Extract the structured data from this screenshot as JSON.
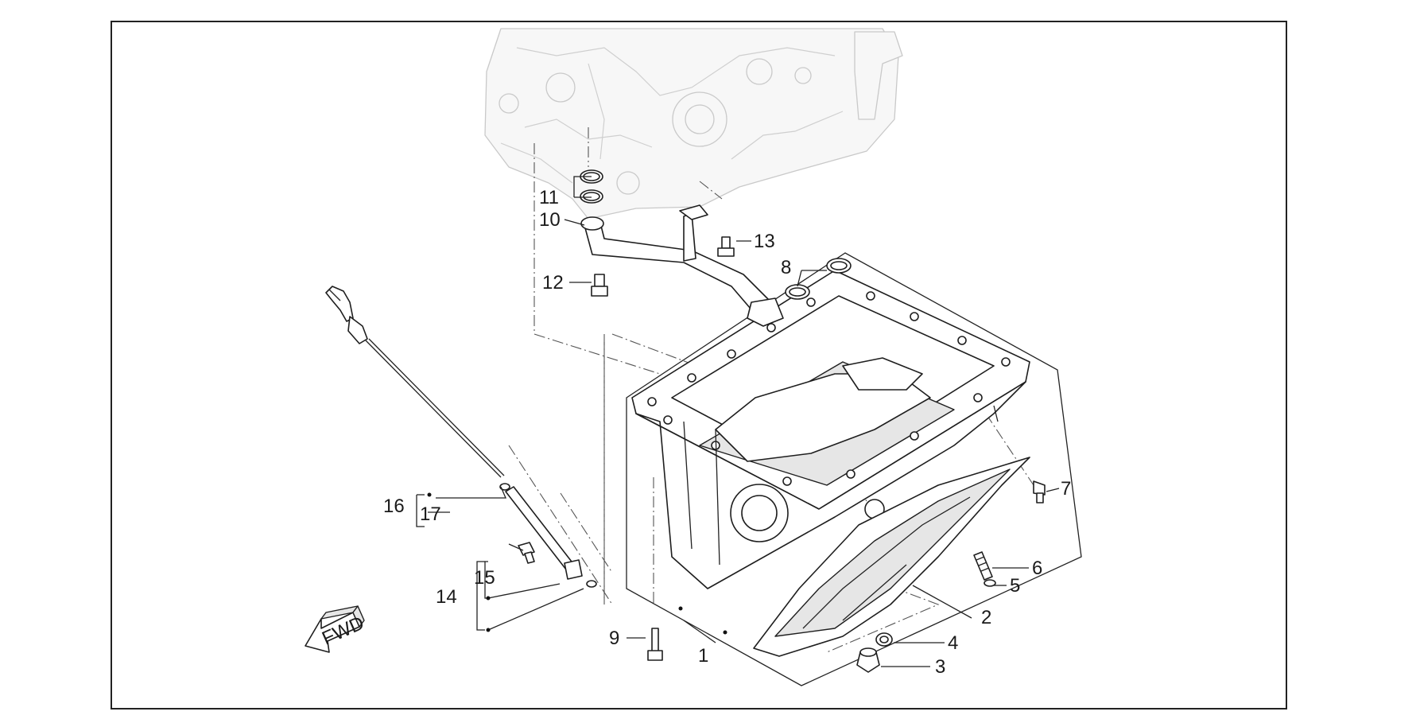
{
  "diagram": {
    "callouts": [
      {
        "id": "1",
        "text": "1"
      },
      {
        "id": "2",
        "text": "2"
      },
      {
        "id": "3",
        "text": "3"
      },
      {
        "id": "4",
        "text": "4"
      },
      {
        "id": "5",
        "text": "5"
      },
      {
        "id": "6",
        "text": "6"
      },
      {
        "id": "7",
        "text": "7"
      },
      {
        "id": "8",
        "text": "8"
      },
      {
        "id": "9",
        "text": "9"
      },
      {
        "id": "10",
        "text": "10"
      },
      {
        "id": "11",
        "text": "11"
      },
      {
        "id": "12",
        "text": "12"
      },
      {
        "id": "13",
        "text": "13"
      },
      {
        "id": "14",
        "text": "14"
      },
      {
        "id": "15",
        "text": "15"
      },
      {
        "id": "16",
        "text": "16"
      },
      {
        "id": "17",
        "text": "17"
      }
    ],
    "direction_arrow": {
      "text": "FWD"
    }
  }
}
